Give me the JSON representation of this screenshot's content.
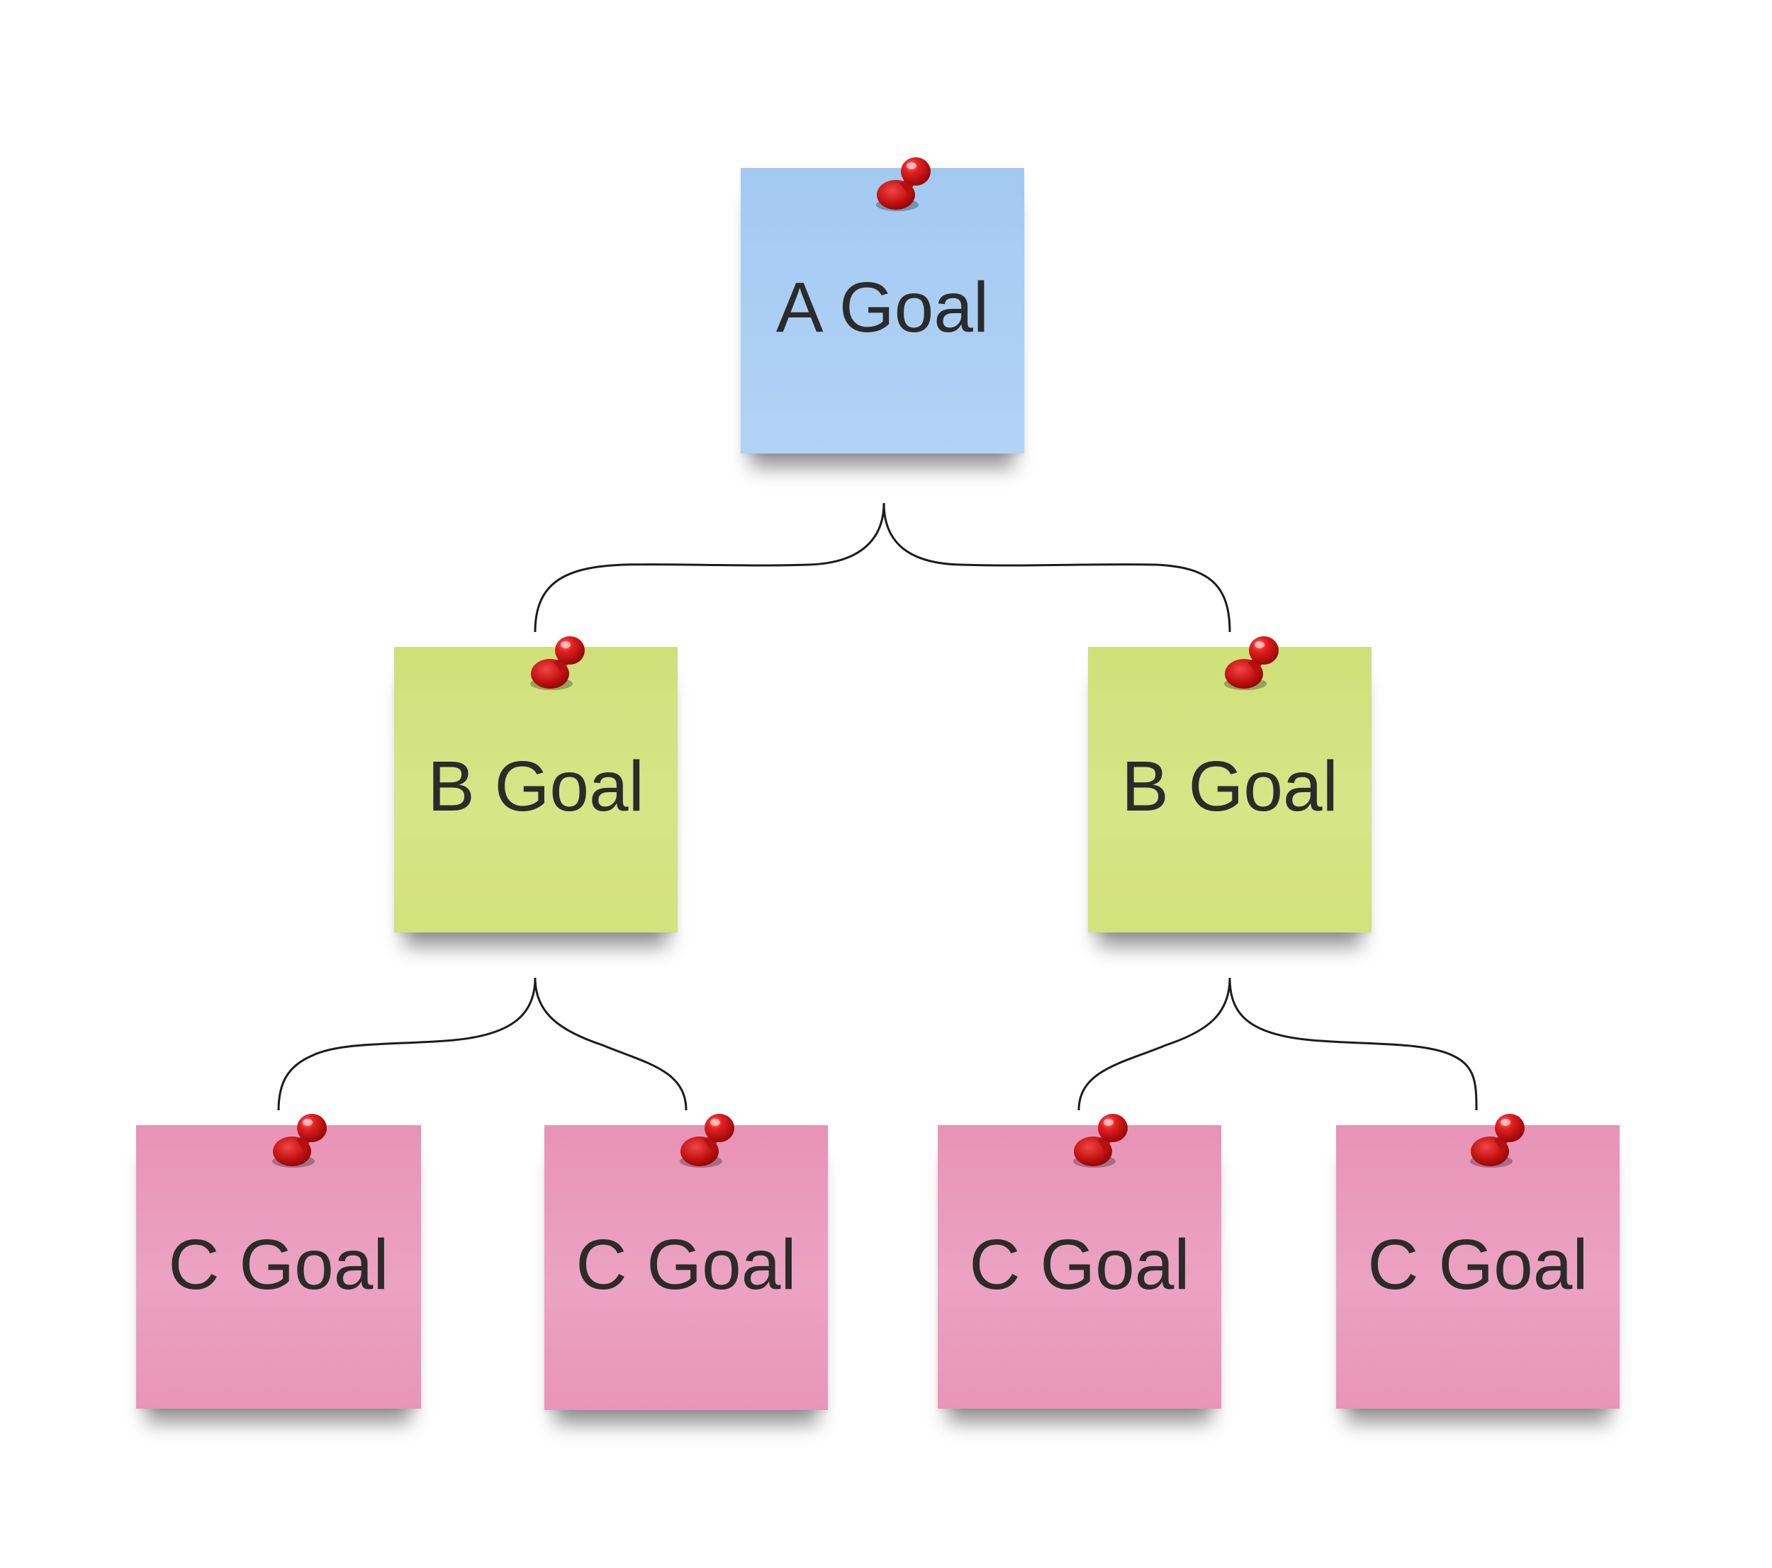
{
  "colors": {
    "background": "#ffffff",
    "level_a_note": "#a9ccf3",
    "level_b_note": "#d3e380",
    "level_c_note": "#ea9bbe",
    "pin": "#d61818",
    "text": "#2b2b2b",
    "connector": "#1c1c1c"
  },
  "notes": {
    "a": {
      "label": "A Goal",
      "level": "A"
    },
    "b1": {
      "label": "B Goal",
      "level": "B"
    },
    "b2": {
      "label": "B Goal",
      "level": "B"
    },
    "c1": {
      "label": "C Goal",
      "level": "C"
    },
    "c2": {
      "label": "C Goal",
      "level": "C"
    },
    "c3": {
      "label": "C Goal",
      "level": "C"
    },
    "c4": {
      "label": "C Goal",
      "level": "C"
    }
  },
  "hierarchy": {
    "a": [
      "b1",
      "b2"
    ],
    "b1": [
      "c1",
      "c2"
    ],
    "b2": [
      "c3",
      "c4"
    ]
  },
  "icons": {
    "pin": "pushpin-icon"
  }
}
